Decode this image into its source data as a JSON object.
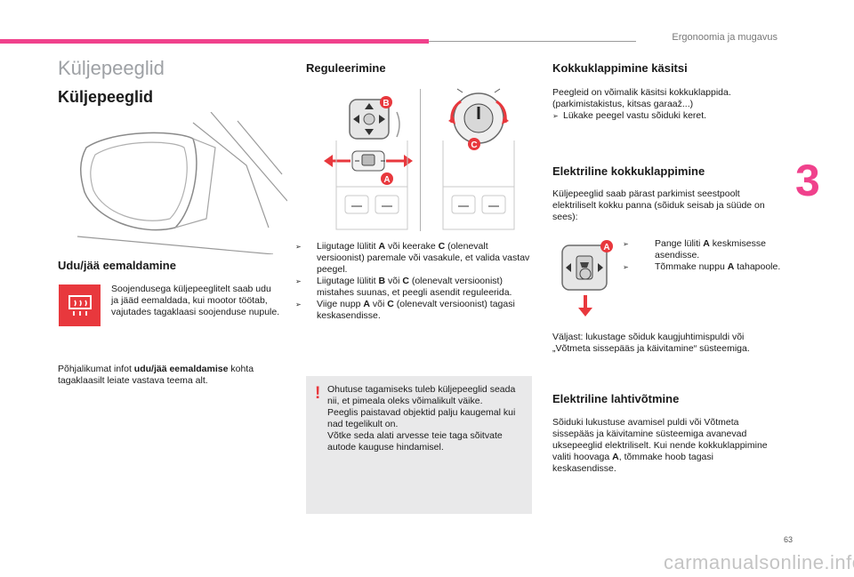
{
  "header": {
    "section_title": "Ergonoomia ja mugavus",
    "chapter_number": "3",
    "page_number": "63",
    "watermark": "carmanualsonline.info"
  },
  "col1": {
    "title": "Küljepeeglid",
    "subtitle": "Küljepeeglid",
    "defrost_heading": "Udu/jää eemaldamine",
    "defrost_text": "Soojendusega küljepeeglitelt saab udu ja jääd eemaldada, kui mootor töötab, vajutades tagaklaasi soojenduse nupule.",
    "info_pre": "Põhjalikumat infot ",
    "info_bold": "udu/jää eemaldamise",
    "info_post": " kohta tagaklaasilt leiate vastava teema alt."
  },
  "col2": {
    "heading": "Reguleerimine",
    "b1_a": "Liigutage lülitit ",
    "b1_A": "A",
    "b1_b": " või keerake ",
    "b1_C": "C",
    "b1_c": " (olenevalt versioonist) paremale või vasakule, et valida vastav peegel.",
    "b2_a": "Liigutage lülitit ",
    "b2_B": "B",
    "b2_b": " või ",
    "b2_C": "C",
    "b2_c": " (olenevalt versioonist) mistahes suunas, et peegli asendit reguleerida.",
    "b3_a": "Viige nupp ",
    "b3_A": "A",
    "b3_b": " või ",
    "b3_C": "C",
    "b3_c": " (olenevalt versioonist) tagasi keskasendisse.",
    "warning": "Ohutuse tagamiseks tuleb küljepeeglid seada nii, et pimeala oleks võimalikult väike.\nPeeglis paistavad objektid palju kaugemal kui nad tegelikult on.\nVõtke seda alati arvesse teie taga sõitvate autode kauguse hindamisel.",
    "labels": {
      "a": "A",
      "b": "B",
      "c": "C"
    }
  },
  "col3": {
    "h1": "Kokkuklappimine käsitsi",
    "p1": "Peegleid on võimalik käsitsi kokkuklappida. (parkimistakistus, kitsas garaaž...)",
    "p1_bullet": "Lükake peegel vastu sõiduki keret.",
    "h2": "Elektriline kokkuklappimine",
    "p2": "Küljepeeglid saab pärast parkimist seestpoolt elektriliselt kokku panna (sõiduk seisab ja süüde on sees):",
    "b1_a": "Pange lüliti ",
    "b1_A": "A",
    "b1_b": " keskmisesse asendisse.",
    "b2_a": "Tõmmake nuppu ",
    "b2_A": "A",
    "b2_b": " tahapoole.",
    "p3": "Väljast: lukustage sõiduk kaugjuhtimispuldi või „Võtmeta sissepääs ja käivitamine“ süsteemiga.",
    "h3": "Elektriline lahtivõtmine",
    "p4_a": "Sõiduki lukustuse avamisel puldi või Võtmeta sissepääs ja käivitamine süsteemiga avanevad uksepeeglid elektriliselt. Kui nende kokkuklappimine valiti hoovaga ",
    "p4_A": "A",
    "p4_b": ", tõmmake hoob tagasi keskasendisse.",
    "label_a": "A"
  },
  "colors": {
    "accent": "#f0418c",
    "red": "#e8383d",
    "grey_title": "#9ea1a5"
  }
}
